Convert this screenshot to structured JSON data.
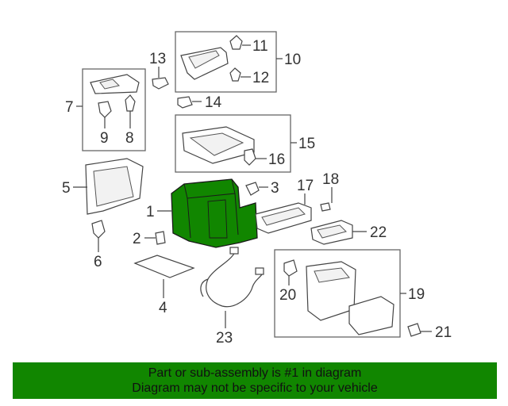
{
  "callouts": {
    "c1": "1",
    "c2": "2",
    "c3": "3",
    "c4": "4",
    "c5": "5",
    "c6": "6",
    "c7": "7",
    "c8": "8",
    "c9": "9",
    "c10": "10",
    "c11": "11",
    "c12": "12",
    "c13": "13",
    "c14": "14",
    "c15": "15",
    "c16": "16",
    "c17": "17",
    "c18": "18",
    "c19": "19",
    "c20": "20",
    "c21": "21",
    "c22": "22",
    "c23": "23"
  },
  "banner": {
    "line1": "Part or sub-assembly is #1 in diagram",
    "line2": "Diagram may not be specific to your vehicle"
  },
  "colors": {
    "highlight": "#118600",
    "banner": "#118600"
  }
}
